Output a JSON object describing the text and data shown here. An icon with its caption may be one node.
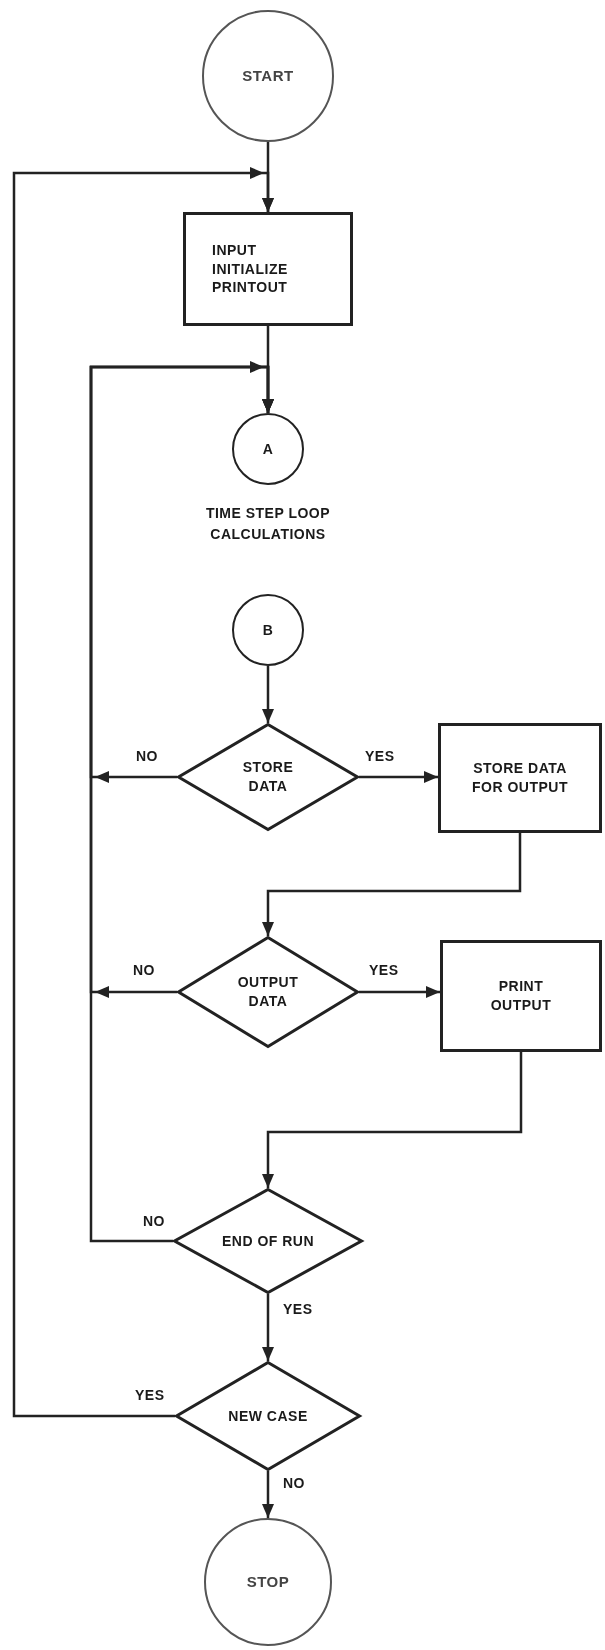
{
  "diagram": {
    "nodes": [
      {
        "text": [
          "START"
        ]
      },
      {
        "text": [
          "INPUT INITIALIZE PRINTOUT"
        ]
      },
      {
        "text": [
          "A"
        ]
      },
      {
        "text": [
          "B"
        ]
      },
      {
        "text": [
          "STORE DATA"
        ]
      },
      {
        "text": [
          "STORE DATA FOR OUTPUT"
        ]
      },
      {
        "text": [
          "OUTPUT DATA"
        ]
      },
      {
        "text": [
          "PRINT OUTPUT"
        ]
      },
      {
        "text": [
          "END OF RUN"
        ]
      },
      {
        "text": [
          "NEW CASE"
        ]
      },
      {
        "text": [
          "STOP"
        ]
      }
    ],
    "edges": [
      {
        "from": 0,
        "to": 1,
        "arrow": "to"
      },
      {
        "from": 1,
        "to": 2,
        "arrow": "to"
      },
      {
        "from": 3,
        "to": 4,
        "arrow": "to"
      },
      {
        "from": 4,
        "to": 5,
        "arrow": "to",
        "label": "YES"
      },
      {
        "from": 4,
        "to": 2,
        "arrow": "to",
        "label": "NO"
      },
      {
        "from": 5,
        "to": 6,
        "arrow": "to"
      },
      {
        "from": 6,
        "to": 7,
        "arrow": "to",
        "label": "YES"
      },
      {
        "from": 6,
        "to": 2,
        "arrow": "to",
        "label": "NO"
      },
      {
        "from": 7,
        "to": 8,
        "arrow": "to"
      },
      {
        "from": 8,
        "to": 2,
        "arrow": "to",
        "label": "NO"
      },
      {
        "from": 8,
        "to": 9,
        "arrow": "to",
        "label": "YES"
      },
      {
        "from": 9,
        "to": 1,
        "arrow": "to",
        "label": "YES"
      },
      {
        "from": 9,
        "to": 10,
        "arrow": "to",
        "label": "NO"
      }
    ],
    "labels": [
      "TIME STEP LOOP CALCULATIONS"
    ]
  }
}
